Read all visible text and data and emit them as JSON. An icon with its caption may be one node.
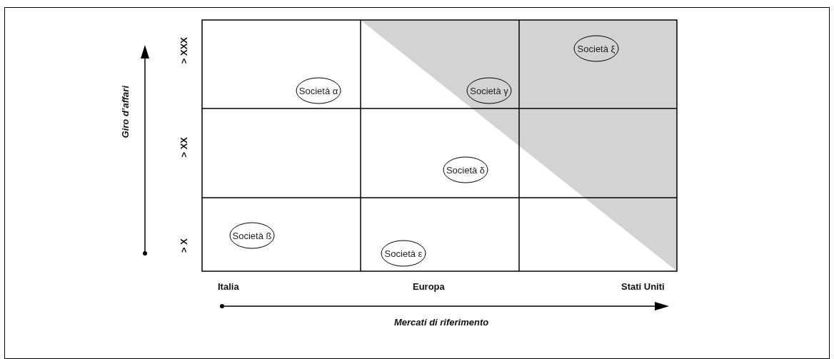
{
  "diagram": {
    "nodes": [
      {
        "text": [
          "Società ξ"
        ]
      },
      {
        "text": [
          "Società α"
        ]
      },
      {
        "text": [
          "Società γ"
        ]
      },
      {
        "text": [
          "Società δ"
        ]
      },
      {
        "text": [
          "Società ß"
        ]
      },
      {
        "text": [
          "Società ε"
        ]
      }
    ],
    "labels": [
      "Giro d’affari",
      "> XXX",
      "> XX",
      "> X",
      "Italia",
      "Europa",
      "Stati Uniti",
      "Mercati di riferimento"
    ]
  }
}
